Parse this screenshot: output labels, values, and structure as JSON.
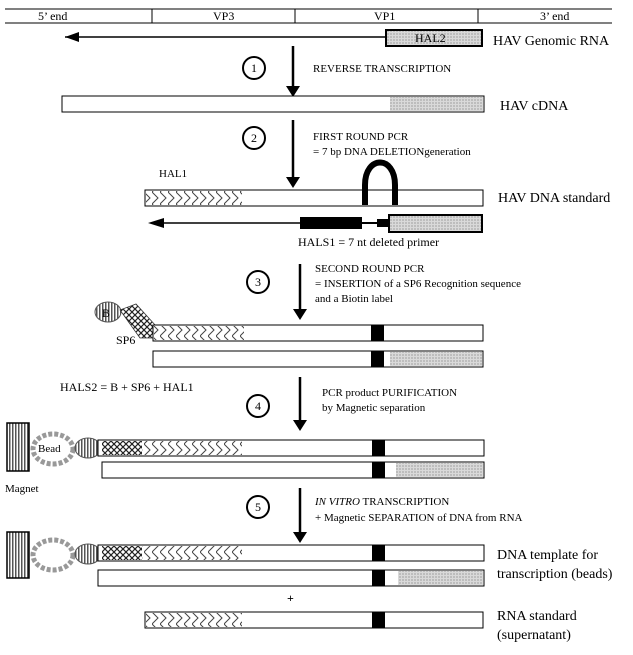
{
  "genome_map": {
    "end5": "5’ end",
    "vp3": "VP3",
    "vp1": "VP1",
    "end3": "3’ end"
  },
  "rna": {
    "primer": "HAL2",
    "label": "HAV Genomic RNA"
  },
  "steps": [
    {
      "number": "1",
      "lines": [
        "REVERSE TRANSCRIPTION"
      ]
    },
    {
      "number": "2",
      "lines": [
        "FIRST ROUND PCR",
        "= 7 bp DNA DELETIONgeneration"
      ]
    },
    {
      "number": "3",
      "lines": [
        "SECOND ROUND PCR",
        "= INSERTION of a SP6 Recognition sequence",
        "and a Biotin  label"
      ]
    },
    {
      "number": "4",
      "lines": [
        "PCR product PURIFICATION",
        "by Magnetic separation"
      ]
    },
    {
      "number": "5",
      "lines": [
        "IN VITRO TRANSCRIPTION",
        "+ Magnetic SEPARATION of DNA from RNA"
      ],
      "italic_prefix": "IN VITRO"
    }
  ],
  "cdna": {
    "label": "HAV cDNA"
  },
  "dna_standard": {
    "hal1": "HAL1",
    "label": "HAV DNA standard",
    "hals1": "HALS1 =  7 nt deleted primer"
  },
  "step3": {
    "biotin": "B",
    "sp6": "SP6",
    "hals2": "HALS2 = B + SP6 + HAL1"
  },
  "step4": {
    "bead": "Bead",
    "magnet": "Magnet"
  },
  "step5": {
    "dna_template": [
      "DNA template for",
      "transcription (beads)"
    ],
    "plus": "+",
    "rna_standard": [
      "RNA standard",
      "(supernatant)"
    ]
  }
}
